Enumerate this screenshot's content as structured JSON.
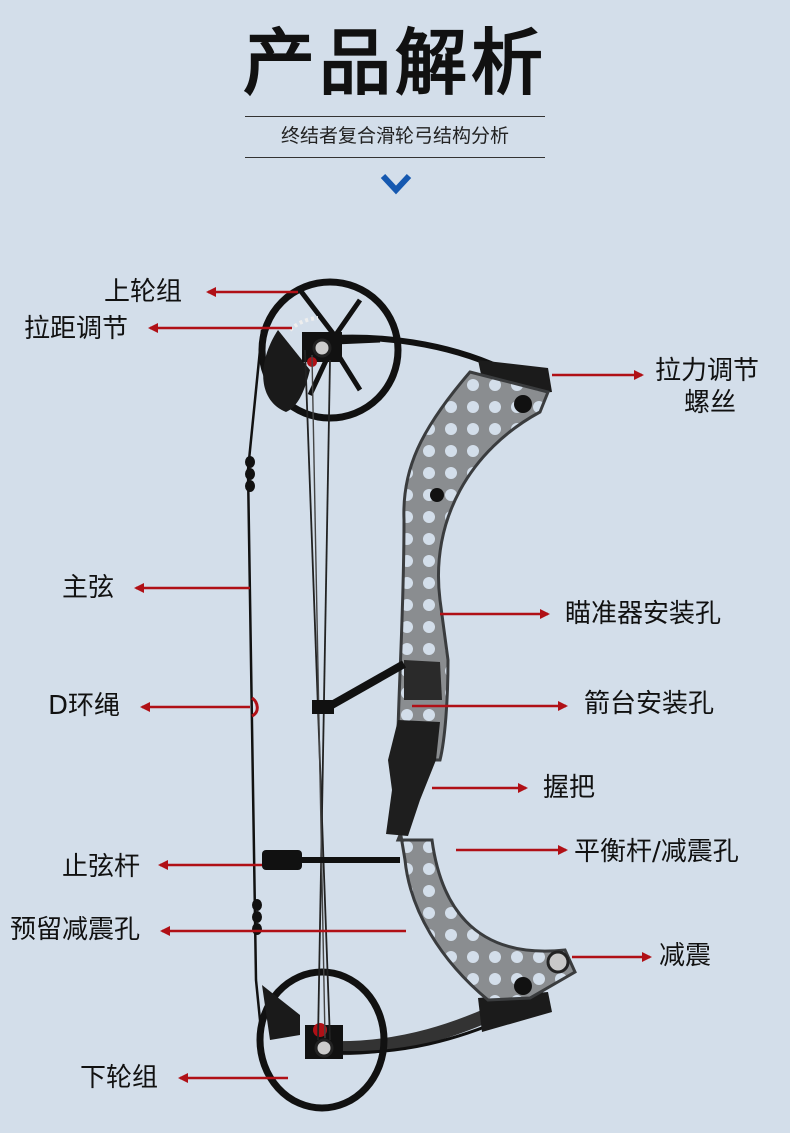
{
  "header": {
    "title": "产品解析",
    "subtitle": "终结者复合滑轮弓结构分析"
  },
  "colors": {
    "background": "#d3deea",
    "arrow": "#b01016",
    "chevron": "#1558b0"
  },
  "labels": {
    "upper_cam": "上轮组",
    "draw_length_adjust": "拉距调节",
    "draw_weight_bolt_line1": "拉力调节",
    "draw_weight_bolt_line2": "螺丝",
    "bowstring": "主弦",
    "d_loop": "D环绳",
    "sight_mount": "瞄准器安装孔",
    "arrow_rest_mount": "箭台安装孔",
    "grip": "握把",
    "string_stop": "止弦杆",
    "stabilizer_hole": "平衡杆/减震孔",
    "reserved_damper_hole": "预留减震孔",
    "limb_damper": "减震",
    "lower_cam": "下轮组"
  }
}
